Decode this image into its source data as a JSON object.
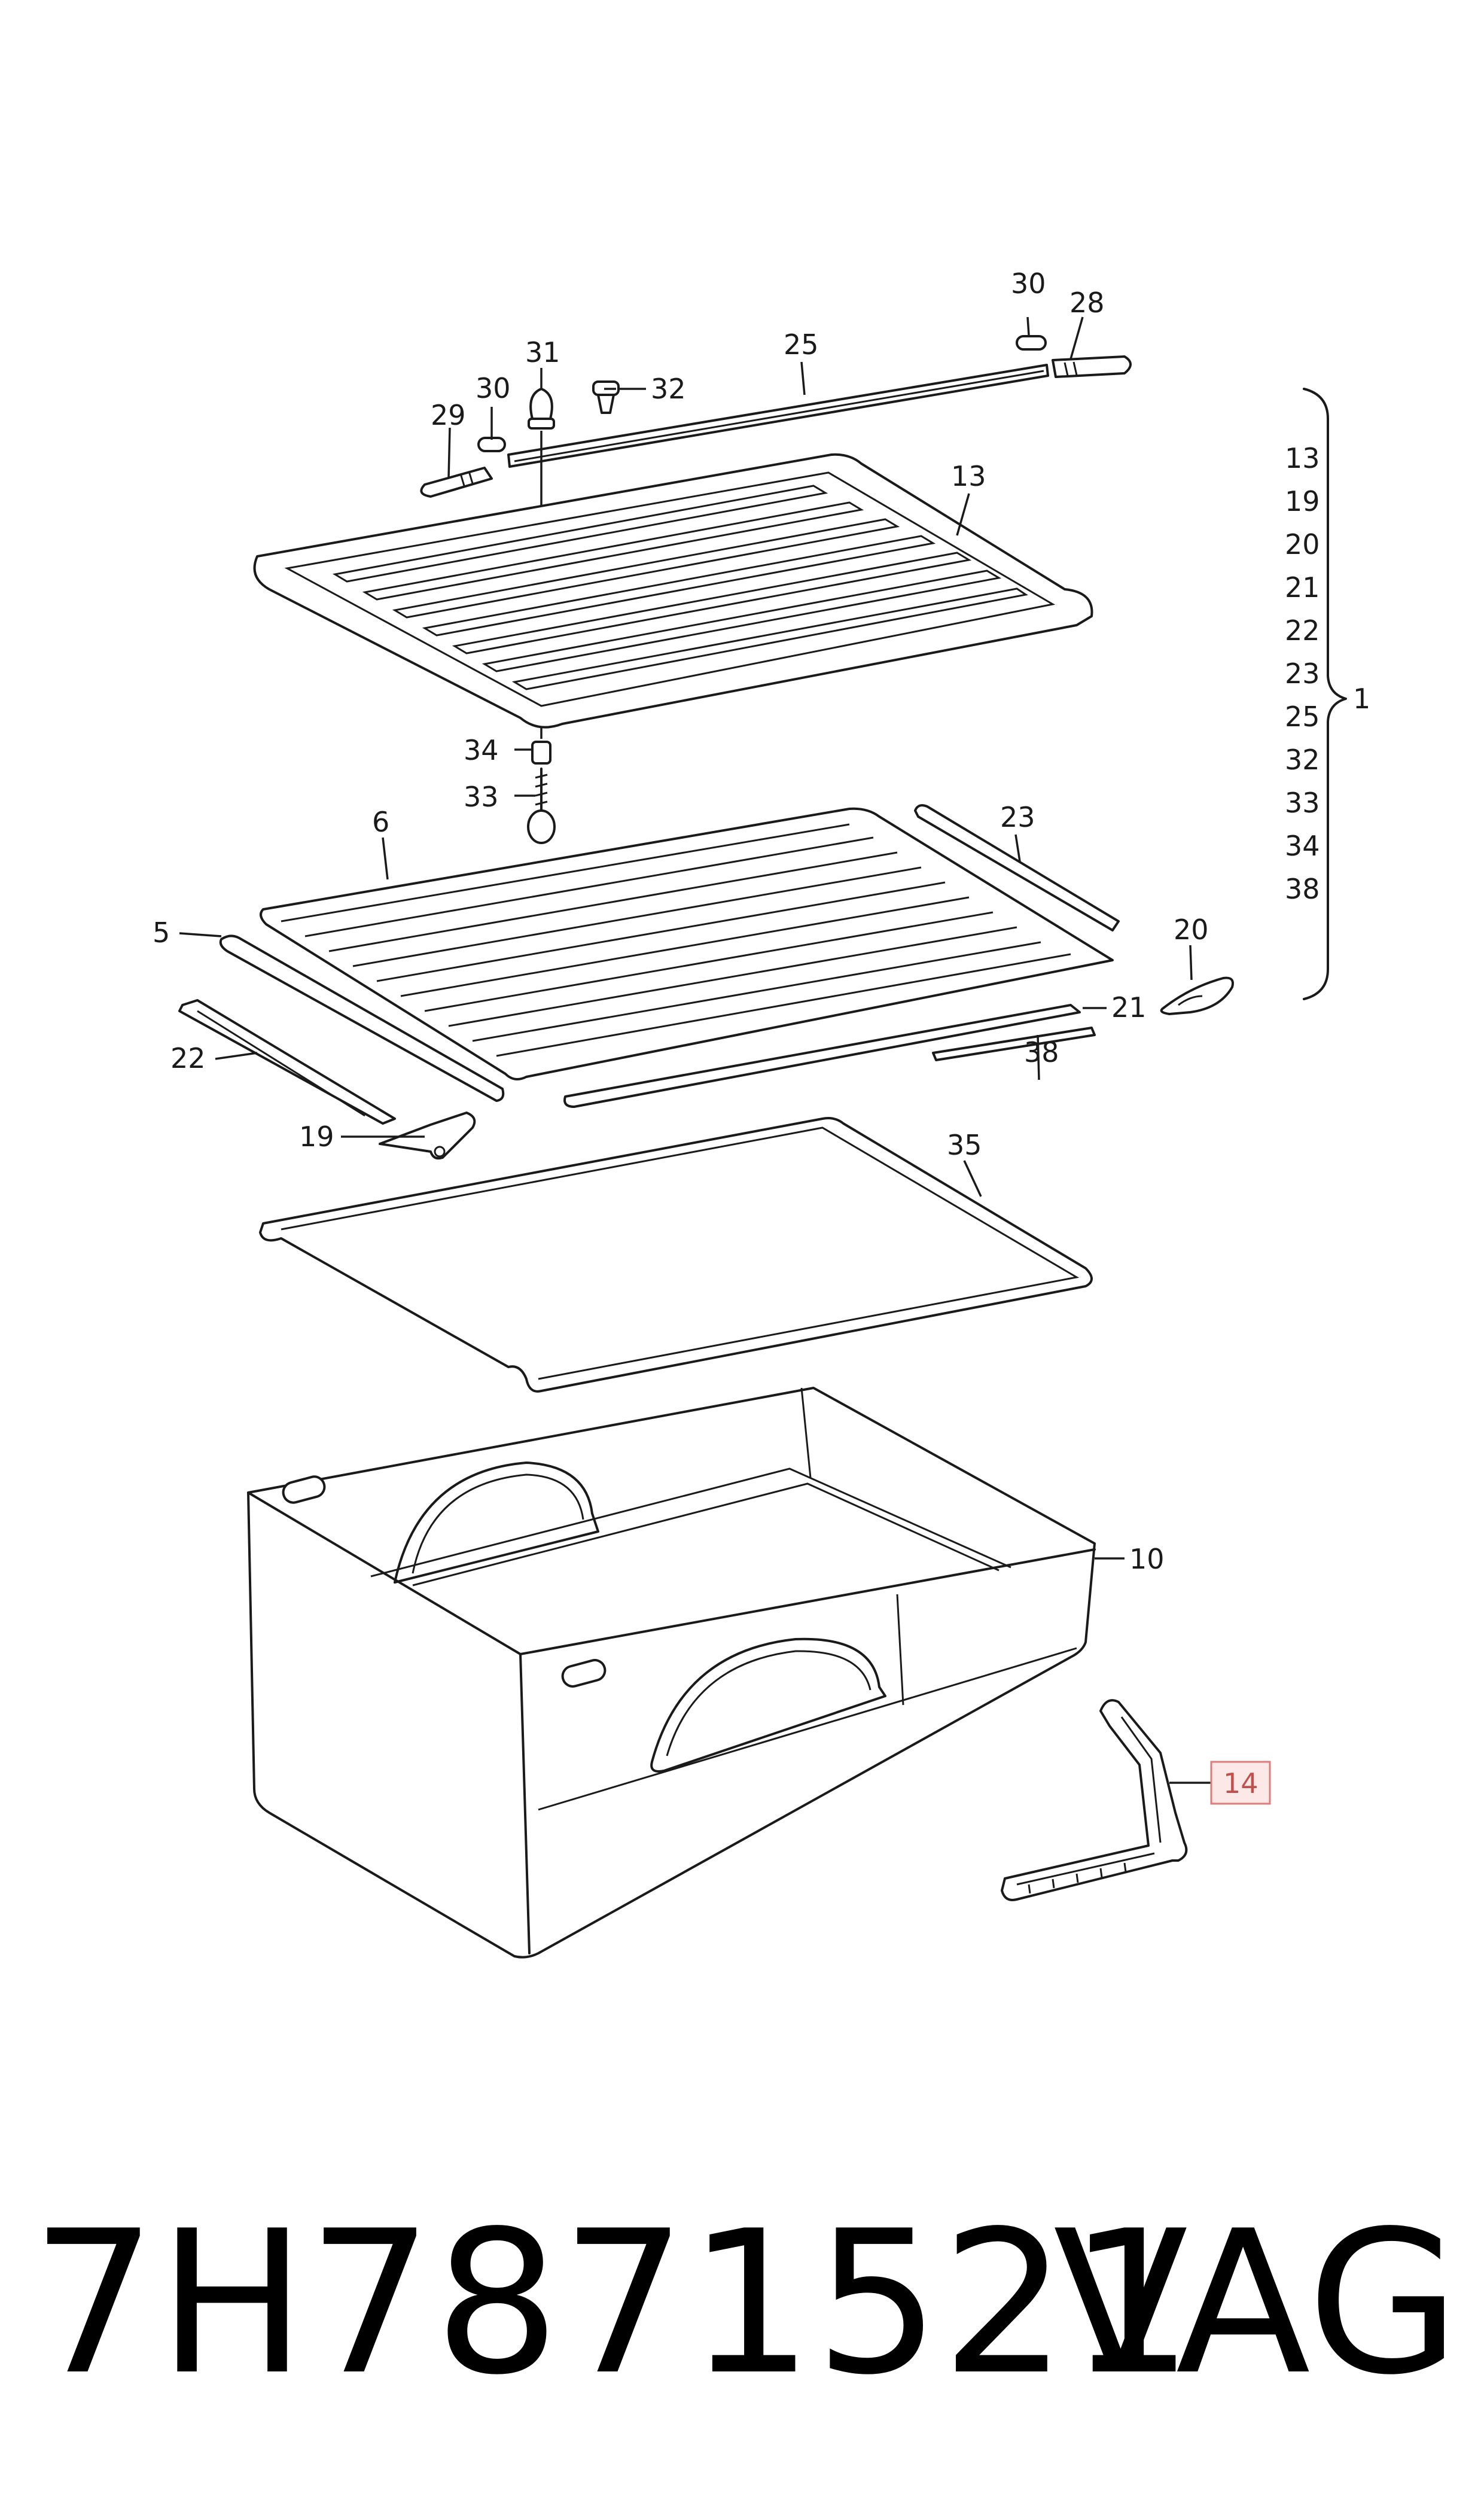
{
  "callouts": {
    "c13": "13",
    "c14": "14",
    "c19": "19",
    "c20": "20",
    "c21": "21",
    "c22": "22",
    "c23": "23",
    "c25": "25",
    "c28": "28",
    "c29": "29",
    "c30a": "30",
    "c30b": "30",
    "c31": "31",
    "c32": "32",
    "c33": "33",
    "c34": "34",
    "c35": "35",
    "c38": "38",
    "c5": "5",
    "c6": "6",
    "c10": "10"
  },
  "group": {
    "items": [
      "13",
      "19",
      "20",
      "21",
      "22",
      "23",
      "25",
      "32",
      "33",
      "34",
      "38"
    ],
    "label": "1"
  },
  "footer": {
    "part_number": "7H7871521",
    "brand": "VAG"
  },
  "colors": {
    "line": "#1a1a1a",
    "highlight_border": "#e07b7b",
    "highlight_fill": "#fde8e8",
    "highlight_text": "#c0504d"
  }
}
